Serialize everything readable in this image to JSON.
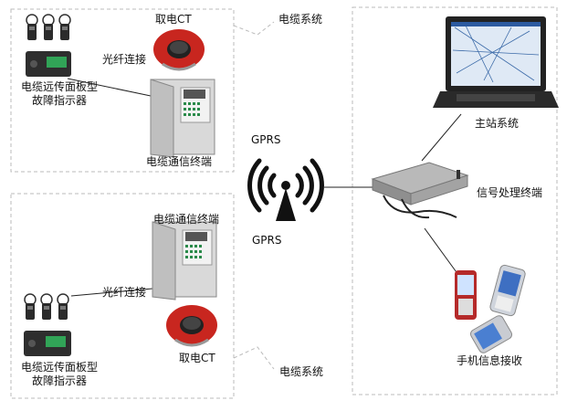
{
  "top_group": {
    "cable_system": "电缆系统",
    "ct_label": "取电CT",
    "fiber_label": "光纤连接",
    "indicator_label_line1": "电缆远传面板型",
    "indicator_label_line2": "故障指示器",
    "terminal_label": "电缆通信终端"
  },
  "bottom_group": {
    "cable_system": "电缆系统",
    "ct_label": "取电CT",
    "fiber_label": "光纤连接",
    "indicator_label_line1": "电缆远传面板型",
    "indicator_label_line2": "故障指示器",
    "terminal_label": "电缆通信终端"
  },
  "gprs_top": "GPRS",
  "gprs_bottom": "GPRS",
  "master_station": "主站系统",
  "signal_terminal": "信号处理终端",
  "phone_receive": "手机信息接收"
}
